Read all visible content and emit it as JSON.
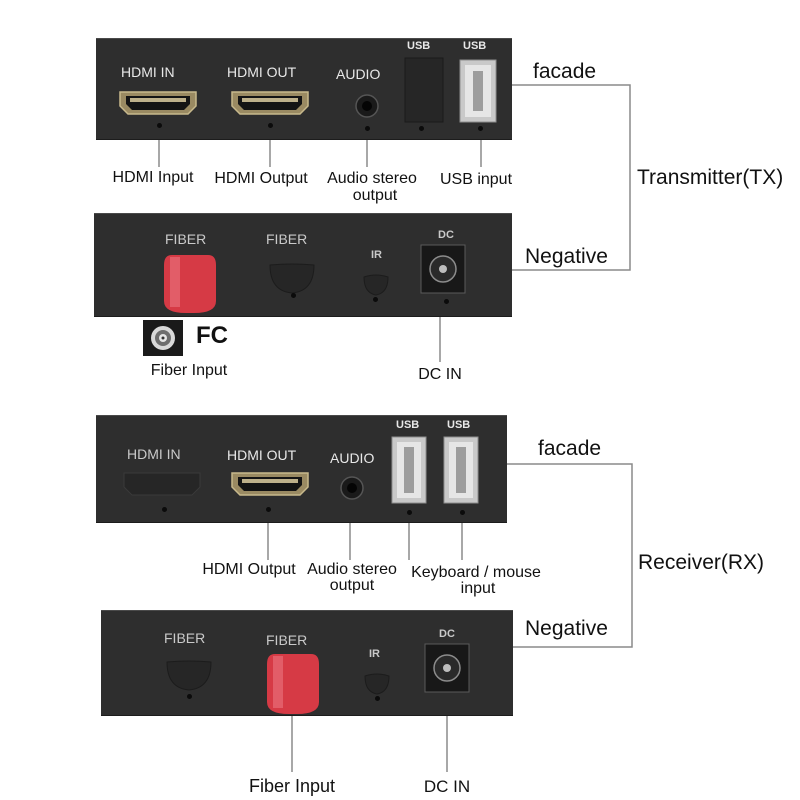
{
  "tx_front": {
    "labels": {
      "hdmi_in": "HDMI IN",
      "hdmi_out": "HDMI OUT",
      "audio": "AUDIO",
      "usb_a": "USB",
      "usb_b": "USB"
    },
    "callouts": {
      "hdmi_input": "HDMI Input",
      "hdmi_output": "HDMI Output",
      "audio_1": "Audio stereo",
      "audio_2": "output",
      "usb_input": "USB input"
    },
    "side_label": "facade"
  },
  "tx_back": {
    "labels": {
      "fiber_a": "FIBER",
      "fiber_b": "FIBER",
      "ir": "IR",
      "dc": "DC"
    },
    "callouts": {
      "fc": "FC",
      "fiber_input": "Fiber Input",
      "dc_in": "DC IN"
    },
    "side_label": "Negative"
  },
  "tx_group_label": "Transmitter(TX)",
  "rx_front": {
    "labels": {
      "hdmi_in": "HDMI IN",
      "hdmi_out": "HDMI OUT",
      "audio": "AUDIO",
      "usb_a": "USB",
      "usb_b": "USB"
    },
    "callouts": {
      "hdmi_output": "HDMI Output",
      "audio_1": "Audio stereo",
      "audio_2": "output",
      "kbm_1": "Keyboard / mouse",
      "kbm_2": "input"
    },
    "side_label": "facade"
  },
  "rx_back": {
    "labels": {
      "fiber_a": "FIBER",
      "fiber_b": "FIBER",
      "ir": "IR",
      "dc": "DC"
    },
    "callouts": {
      "fiber_input": "Fiber Input",
      "dc_in": "DC IN"
    },
    "side_label": "Negative"
  },
  "rx_group_label": "Receiver(RX)",
  "colors": {
    "panel": "#2e2e2e",
    "fiber_cap": "#d63a45",
    "line": "#8a8a8a"
  }
}
